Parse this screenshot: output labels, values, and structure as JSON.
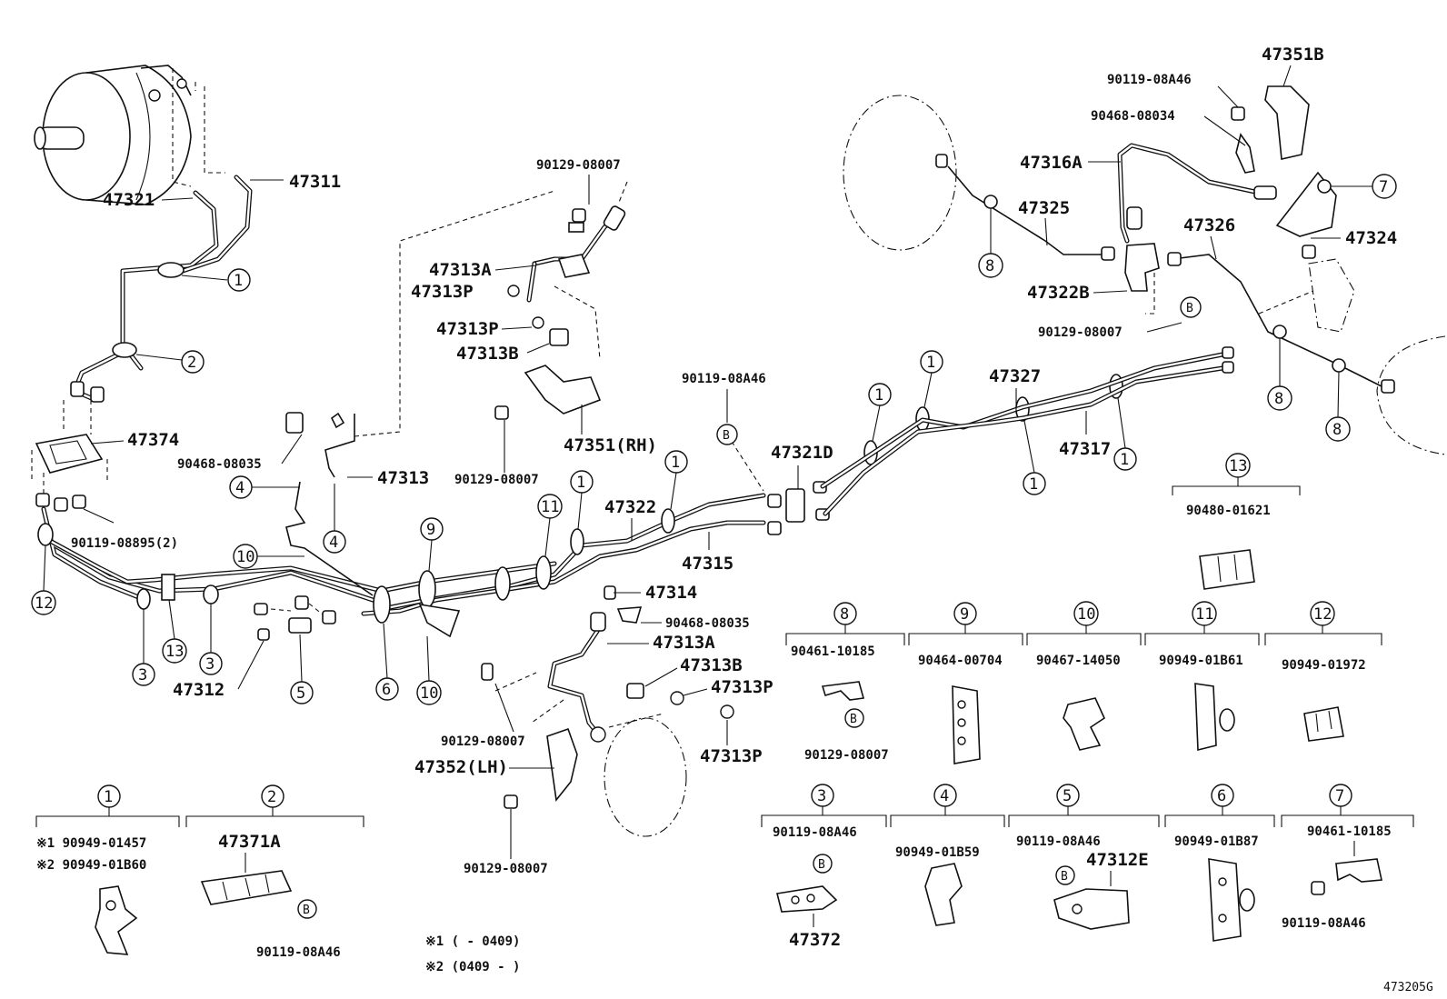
{
  "callouts": {
    "p47311": "47311",
    "p47321": "47321",
    "p47374": "47374",
    "p90119_08895": "90119-08895(2)",
    "p90129_08007_top": "90129-08007",
    "p47313A_top": "47313A",
    "p47313P_top1": "47313P",
    "p47313P_top2": "47313P",
    "p47313B_top": "47313B",
    "p47351RH": "47351(RH)",
    "p90468_08035_a": "90468-08035",
    "p47313": "47313",
    "p90129_08007_mid": "90129-08007",
    "p90119_08A46_mid": "90119-08A46",
    "p47321D": "47321D",
    "p47322": "47322",
    "p47315": "47315",
    "p47314": "47314",
    "p90468_08035_b": "90468-08035",
    "p47313A_bot": "47313A",
    "p47313B_bot": "47313B",
    "p47313P_bot1": "47313P",
    "p47313P_bot2": "47313P",
    "p90129_08007_b1": "90129-08007",
    "p47352LH": "47352(LH)",
    "p90129_08007_b2": "90129-08007",
    "p47312": "47312",
    "p47351B": "47351B",
    "p90119_08A46_tr": "90119-08A46",
    "p90468_08034": "90468-08034",
    "p47316A": "47316A",
    "p47325": "47325",
    "p47326": "47326",
    "p47324": "47324",
    "p47322B": "47322B",
    "p90129_08007_tr": "90129-08007",
    "p47327": "47327",
    "p47317": "47317"
  },
  "legend": {
    "c1": {
      "num": "1",
      "line1": "※1 90949-01457",
      "line2": "※2 90949-01B60"
    },
    "c2": {
      "num": "2",
      "part": "47371A",
      "bolt": "90119-08A46",
      "mark": "B"
    },
    "c3": {
      "num": "3",
      "part": "90119-08A46",
      "mark": "B",
      "sub": "47372"
    },
    "c4": {
      "num": "4",
      "part": "90949-01B59"
    },
    "c5": {
      "num": "5",
      "part": "90119-08A46",
      "mark": "B",
      "sub": "47312E"
    },
    "c6": {
      "num": "6",
      "part": "90949-01B87"
    },
    "c7": {
      "num": "7",
      "part": "90461-10185",
      "bolt": "90119-08A46"
    },
    "c8": {
      "num": "8",
      "part": "90461-10185",
      "mark": "B",
      "bolt": "90129-08007"
    },
    "c9": {
      "num": "9",
      "part": "90464-00704"
    },
    "c10": {
      "num": "10",
      "part": "90467-14050"
    },
    "c11": {
      "num": "11",
      "part": "90949-01B61"
    },
    "c12": {
      "num": "12",
      "part": "90949-01972"
    },
    "c13": {
      "num": "13",
      "part": "90480-01621"
    }
  },
  "notes": {
    "n1": "※1 (      - 0409)",
    "n2": "※2 (0409 -      )"
  },
  "marks": {
    "b": "B"
  },
  "circle_nums": {
    "n1": "1",
    "n2": "2",
    "n3": "3",
    "n4": "4",
    "n5": "5",
    "n6": "6",
    "n7": "7",
    "n8": "8",
    "n9": "9",
    "n10": "10",
    "n11": "11",
    "n12": "12",
    "n13": "13"
  },
  "figure_id": "473205G"
}
